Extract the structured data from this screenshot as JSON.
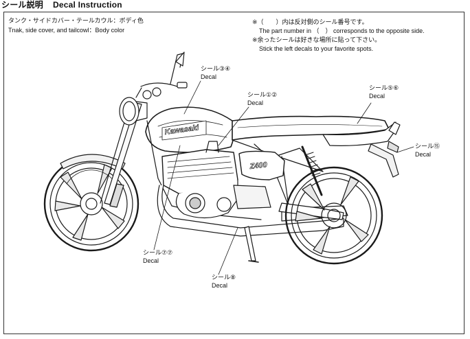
{
  "header": {
    "title_jp": "シール説明",
    "title_en": "Decal Instruction"
  },
  "notes": {
    "tank_jp": "タンク・サイドカバー・テールカウル：ボディ色",
    "tank_en": "Tnak, side cover, and tailcowl：Body color",
    "paren_jp": "※（　　）内は反対側のシール番号です。",
    "paren_en": "The part number in （　） corresponds to the opposite side.",
    "extra_jp": "※余ったシールは好きな場所に貼って下さい。",
    "extra_en": "Stick the left decals to your favorite spots."
  },
  "callouts": [
    {
      "id": "c34",
      "jp": "シール③④",
      "en": "Decal"
    },
    {
      "id": "c12",
      "jp": "シール①②",
      "en": "Decal"
    },
    {
      "id": "c56",
      "jp": "シール⑤⑥",
      "en": "Decal"
    },
    {
      "id": "c15",
      "jp": "シール⑮",
      "en": "Decal"
    },
    {
      "id": "c77",
      "jp": "シール⑦⑦",
      "en": "Decal"
    },
    {
      "id": "c8",
      "jp": "シール⑧",
      "en": "Decal"
    }
  ],
  "bike": {
    "tank_logo": "Kawasaki",
    "cover_logo": "Z400"
  }
}
